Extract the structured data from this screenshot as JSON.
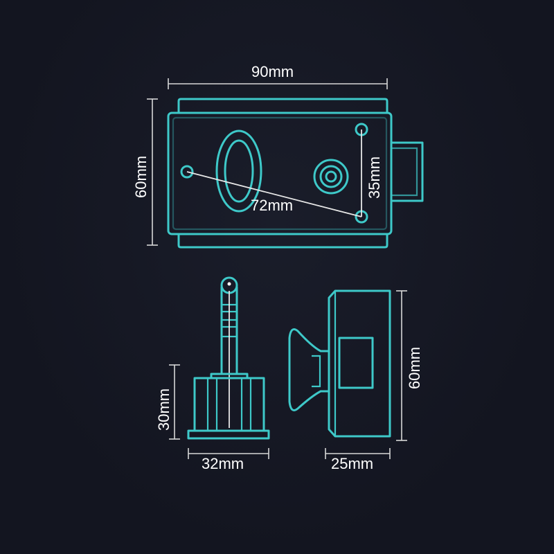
{
  "dimensions": {
    "front_width": "90mm",
    "front_height": "60mm",
    "hole_spacing_vertical": "35mm",
    "hole_spacing_diagonal": "72mm",
    "knob_base_width": "32mm",
    "knob_base_height": "30mm",
    "side_height": "60mm",
    "side_depth": "25mm"
  },
  "colors": {
    "background": "#131520",
    "outline": "#3ec9c9",
    "dimension_line": "#d8d8d8",
    "text": "#ffffff"
  }
}
